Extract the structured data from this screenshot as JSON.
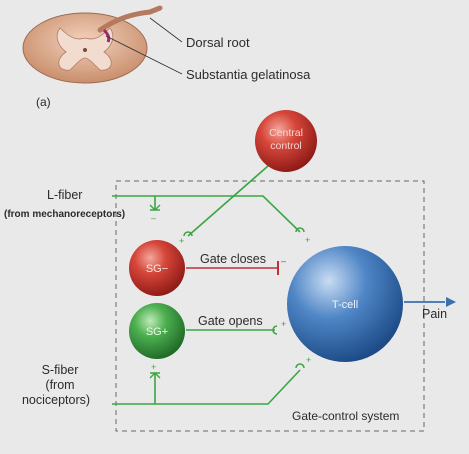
{
  "figure": {
    "panel_label": "(a)",
    "cord_labels": {
      "dorsal_root": "Dorsal root",
      "substantia": "Substantia gelatinosa"
    },
    "nodes": {
      "central": [
        "Central",
        "control"
      ],
      "sg_minus": "SG−",
      "sg_plus": "SG+",
      "tcell": "T-cell"
    },
    "inputs": {
      "l_fiber": "L-fiber",
      "l_fiber_note": "(from mechanoreceptors)",
      "s_fiber": [
        "S-fiber",
        "(from",
        "nociceptors)"
      ]
    },
    "gate_closes": "Gate closes",
    "gate_opens": "Gate opens",
    "output": "Pain",
    "system": "Gate-control system",
    "signs": {
      "plus": "+",
      "minus": "–"
    }
  },
  "colors": {
    "fiber_green": "#3aa644",
    "inhibit_red": "#c0303a",
    "output_blue": "#3a6fb0",
    "cord_tan": "#e4b79a",
    "gray_matter": "#e8cfc0"
  }
}
